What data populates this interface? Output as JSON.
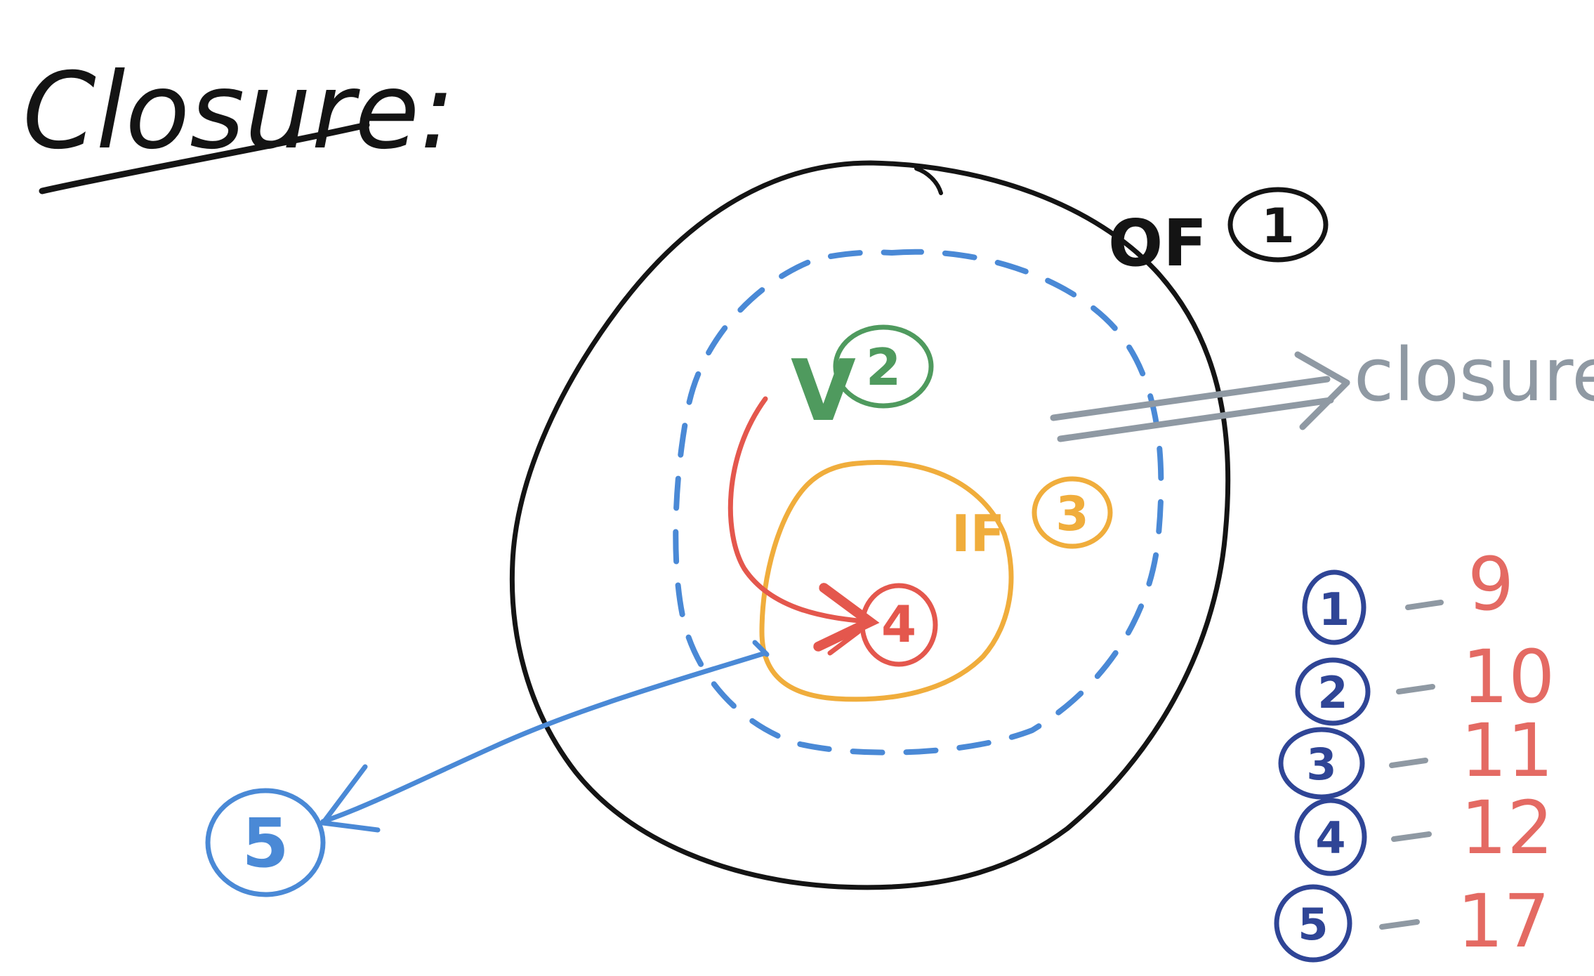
{
  "title": "Closure:",
  "colors": {
    "ink": "#141414",
    "blue": "#4a89d6",
    "green": "#4f9a5e",
    "orange": "#f0ad3c",
    "red": "#e4574d",
    "gray": "#8f99a3",
    "navy": "#2f4596",
    "salmon": "#e46a63"
  },
  "outer_scope_label": "OF",
  "outer_scope_number": "1",
  "var_label": "V",
  "var_number": "2",
  "inner_scope_label": "IF",
  "inner_scope_number": "3",
  "inner_fn_number": "4",
  "returned_number": "5",
  "closure_label": "closure",
  "legend": [
    {
      "key": "1",
      "value": "9"
    },
    {
      "key": "2",
      "value": "10"
    },
    {
      "key": "3",
      "value": "11"
    },
    {
      "key": "4",
      "value": "12"
    },
    {
      "key": "5",
      "value": "17"
    }
  ]
}
